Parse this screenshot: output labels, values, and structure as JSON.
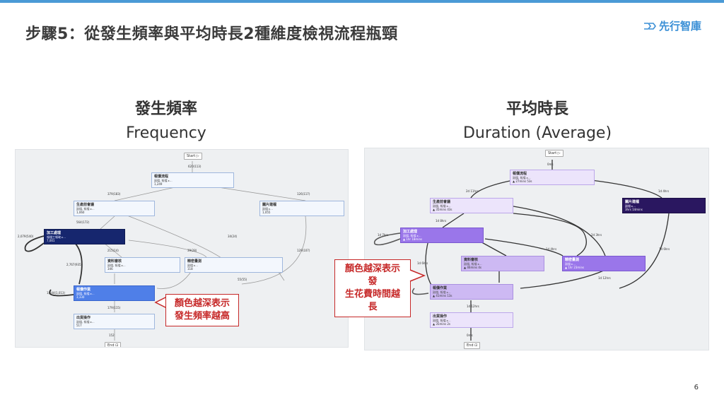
{
  "slide": {
    "title": "步驟5：從發生頻率與平均時長2種維度檢視流程瓶頸",
    "brand": "先行智庫",
    "page_number": "6"
  },
  "colors": {
    "accent": "#4a9ad6",
    "callout": "#c62828",
    "freq_dark": "#16266e",
    "freq_mid": "#4f7fe8",
    "dur_dark": "#2a1760",
    "dur_mid": "#9a76ea"
  },
  "frequency": {
    "title_zh": "發生頻率",
    "title_en": "Frequency",
    "start": "Start ▷",
    "end": "End ⊡",
    "nodes": [
      {
        "name": "報價流程",
        "sub": "副檔, 報檔 ▸...",
        "count": "1,249"
      },
      {
        "name": "生產前會議",
        "sub": "副檔, 報檔 ▸...",
        "count": "1,060"
      },
      {
        "name": "圖片建檔",
        "sub": "副檔 ▸...",
        "count": "1,055"
      },
      {
        "name": "加工處理",
        "sub": "報檔工報確 ▸...",
        "count": "7,001"
      },
      {
        "name": "資料審核",
        "sub": "副檔, 報檔 ▸...",
        "count": "346"
      },
      {
        "name": "精密量測",
        "sub": "副檔 ▸...",
        "count": "118"
      },
      {
        "name": "報價作業",
        "sub": "副檔, 報檔 ▸...",
        "count": "3,330"
      },
      {
        "name": "出貨操作",
        "sub": "副檔, 報檔 ▸...",
        "count": "517"
      }
    ],
    "edges": [
      "620(113)",
      "379(183)",
      "126(117)",
      "564(172)",
      "2,079(540)",
      "34(24)",
      "215(14)",
      "39(28)",
      "129(107)",
      "2,767(935)",
      "55(55)",
      "1,444(1,013)",
      "179(115)",
      "152"
    ],
    "callout": [
      "顏色越深表示",
      "發生頻率越高"
    ]
  },
  "duration": {
    "title_zh": "平均時長",
    "title_en": "Duration (Average)",
    "start": "Start ▷",
    "end": "End ⊡",
    "nodes": [
      {
        "name": "報價流程",
        "sub": "副檔, 報檔 ▸...",
        "count": "▲ 27mins 53s"
      },
      {
        "name": "生產前會議",
        "sub": "副檔, 報檔 ▸...",
        "count": "▲ 35mins 43s"
      },
      {
        "name": "圖片建檔",
        "sub": "副檔 ▸...",
        "count": "3hrs 14mins"
      },
      {
        "name": "加工處理",
        "sub": "副檔, 報檔 ▸...",
        "count": "▲ 1hr 18mins"
      },
      {
        "name": "資料審核",
        "sub": "副檔, 報檔 ▸...",
        "count": "▲ 46mins 4s"
      },
      {
        "name": "精密量測",
        "sub": "副檔 ▸...",
        "count": "▲ 1hr 23mins"
      },
      {
        "name": "報價作業",
        "sub": "副檔, 報檔 ▸...",
        "count": "▲ 41mins 13s"
      },
      {
        "name": "出貨操作",
        "sub": "副檔, 報檔 ▸...",
        "count": "▲ 35mins 2s"
      }
    ],
    "edges": [
      "0ms",
      "2d 11hrs",
      "1d 4hrs",
      "1d 8hrs",
      "1d 7hrs",
      "2d 3hrs",
      "1d 6hrs",
      "1d 4hrs",
      "1d 6hrs",
      "1d 12hrs",
      "1d 12hrs",
      "0ms"
    ],
    "callout": [
      "顏色越深表示發",
      "生花費時間越長"
    ]
  }
}
